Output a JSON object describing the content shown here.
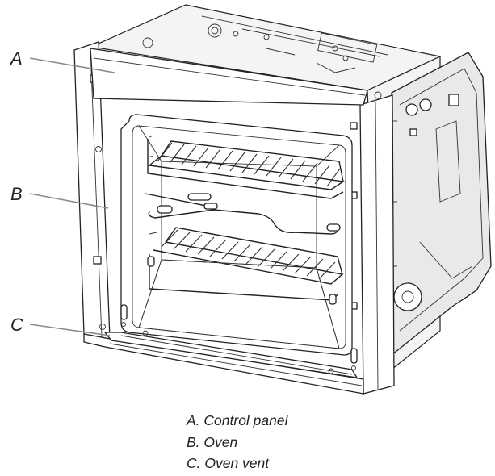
{
  "callouts": [
    {
      "letter": "A",
      "target": "control-panel"
    },
    {
      "letter": "B",
      "target": "oven-cavity"
    },
    {
      "letter": "C",
      "target": "oven-vent"
    }
  ],
  "legend": [
    "A. Control panel",
    "B. Oven",
    "C. Oven vent"
  ]
}
